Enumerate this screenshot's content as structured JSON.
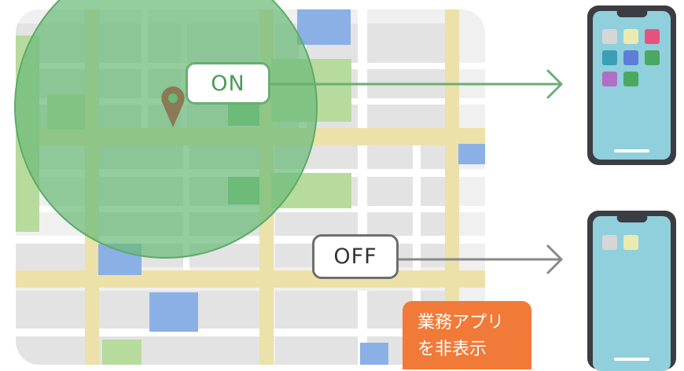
{
  "labels": {
    "on": "ON",
    "off": "OFF",
    "notice": [
      "業務アプリ",
      "を非表示"
    ]
  },
  "colors": {
    "map_background": "#f0f0f0",
    "block_light": "#e5e5e5",
    "road": "#ece1a8",
    "park_green": "#b7db9d",
    "park_dark_green": "#6fbf77",
    "building_blue": "#8ab0e6",
    "geofence": "#6bba78",
    "pin": "#8a7a55",
    "on_accent": "#6aae73",
    "off_accent": "#777777",
    "notice_bg": "#f17a38",
    "phone_frame": "#3c3d43",
    "phone_screen": "#90d0dc"
  },
  "phones": {
    "top": {
      "app_icon_colors": [
        "#d6d6d6",
        "#eceab0",
        "#e5537d",
        "#3aa0b5",
        "#5c7ed6",
        "#4aa860",
        "#b06ec8",
        "#4aa860"
      ]
    },
    "bottom": {
      "app_icon_colors": [
        "#d6d6d6",
        "#eceab0"
      ]
    }
  },
  "icons": {
    "pin": "location-pin-icon",
    "arrow_on": "arrow-right-icon",
    "arrow_off": "arrow-right-icon"
  }
}
